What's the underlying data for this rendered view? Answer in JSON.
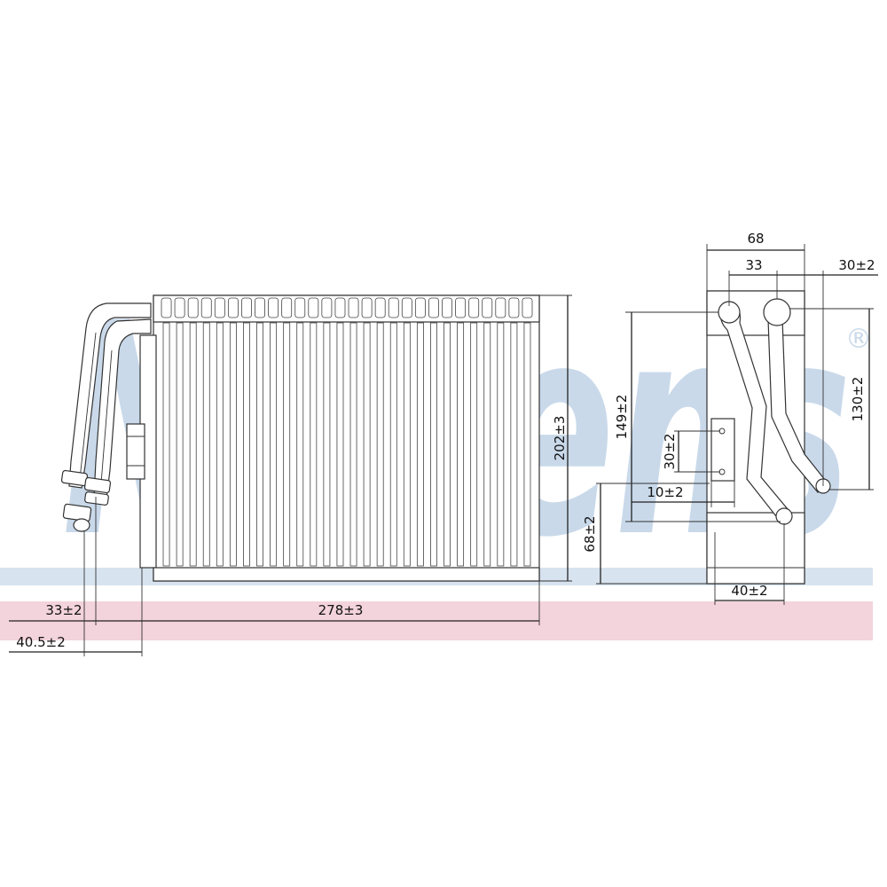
{
  "brand": {
    "name": "Nissens",
    "mark": "®",
    "colors": {
      "watermark_blue": "#c9d9ea",
      "band_pink": "#f3d3dc"
    }
  },
  "dimensions": {
    "front_width": "278±3",
    "front_height": "202±3",
    "pipe_offset_1": "33±2",
    "pipe_offset_2": "40.5±2",
    "side_width": "68",
    "side_pipe_spacing": "33",
    "side_pipe_top_offset": "30±2",
    "side_overall_height": "149±2",
    "side_pipe_height": "130±2",
    "bracket_height": "30±2",
    "bracket_offset": "10±2",
    "lower_height": "68±2",
    "bottom_width": "40±2"
  }
}
